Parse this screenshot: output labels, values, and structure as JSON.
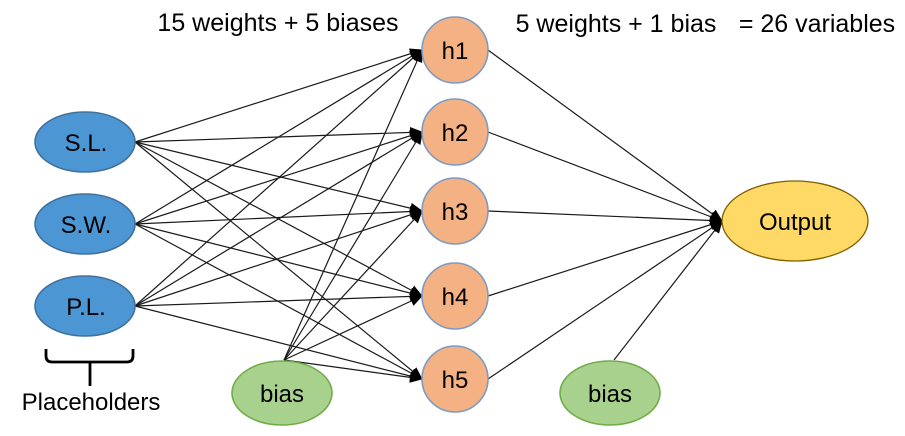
{
  "diagram": {
    "title_notes": {
      "hidden_layer_note": "15 weights + 5 biases",
      "output_layer_note": "5 weights + 1 bias",
      "total_note": "= 26 variables"
    },
    "input_group_label": "Placeholders",
    "input_nodes": [
      {
        "label": "S.L."
      },
      {
        "label": "S.W."
      },
      {
        "label": "P.L."
      }
    ],
    "hidden_nodes": [
      {
        "label": "h1"
      },
      {
        "label": "h2"
      },
      {
        "label": "h3"
      },
      {
        "label": "h4"
      },
      {
        "label": "h5"
      }
    ],
    "bias_nodes": [
      {
        "label": "bias"
      },
      {
        "label": "bias"
      }
    ],
    "output_node": {
      "label": "Output"
    },
    "colors": {
      "input_fill": "#4D96D4",
      "input_stroke": "#41719C",
      "hidden_fill": "#F4B183",
      "hidden_stroke": "#7D9BC1",
      "bias_fill": "#A9D18E",
      "bias_stroke": "#70AD47",
      "output_fill": "#FFD966",
      "output_stroke": "#7F6000",
      "edge_color": "#1A1A1A",
      "text_color": "#000000"
    }
  }
}
